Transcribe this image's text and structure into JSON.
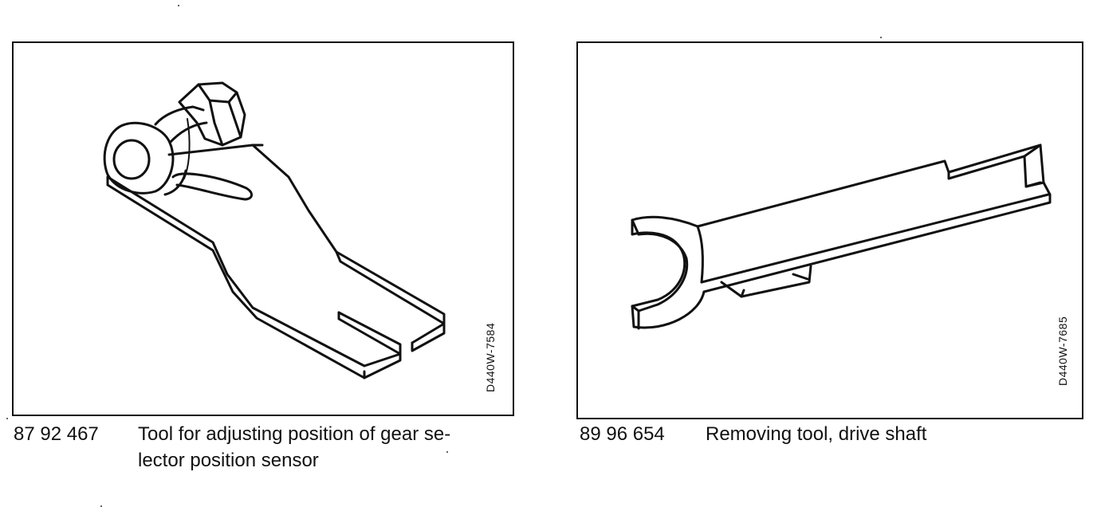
{
  "figures": [
    {
      "figure_code": "D440W-7584",
      "part_number": "87 92 467",
      "caption_line1": "Tool for adjusting position of gear se-",
      "caption_line2": "lector position sensor",
      "icon": "gear-selector-adjusting-tool-drawing"
    },
    {
      "figure_code": "D440W-7685",
      "part_number": "89 96 654",
      "caption_line1": "Removing tool, drive shaft",
      "icon": "drive-shaft-removing-tool-drawing"
    }
  ]
}
